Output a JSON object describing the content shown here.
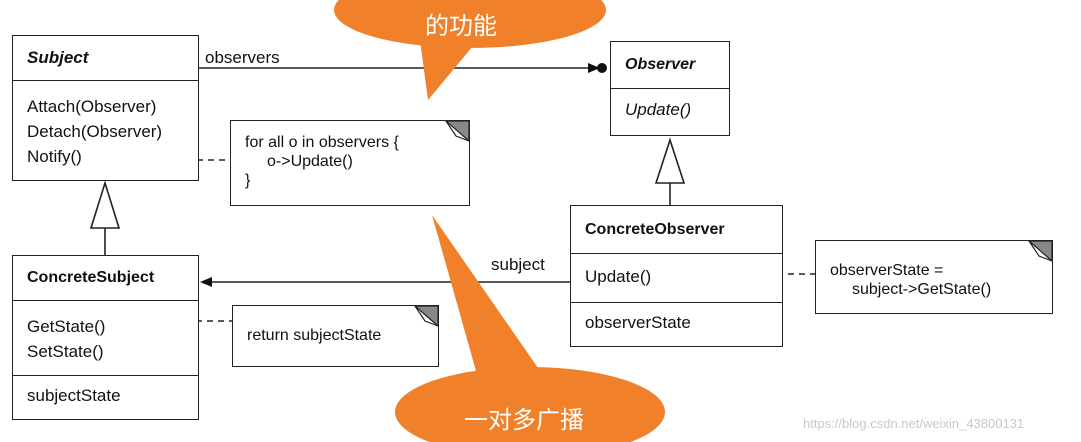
{
  "subject": {
    "title": "Subject",
    "methods": [
      "Attach(Observer)",
      "Detach(Observer)",
      "Notify()"
    ]
  },
  "observer": {
    "title": "Observer",
    "methods": [
      "Update()"
    ]
  },
  "concrete_subject": {
    "title": "ConcreteSubject",
    "methods": [
      "GetState()",
      "SetState()"
    ],
    "attributes": [
      "subjectState"
    ]
  },
  "concrete_observer": {
    "title": "ConcreteObserver",
    "methods": [
      "Update()"
    ],
    "attributes": [
      "observerState"
    ]
  },
  "labels": {
    "observers": "observers",
    "subject": "subject"
  },
  "notes": {
    "notify_line1": "for all o in observers {",
    "notify_line2": "o->Update()",
    "notify_line3": "}",
    "getstate": "return subjectState",
    "update_line1": "observerState =",
    "update_line2": "subject->GetState()"
  },
  "callouts": {
    "top": "的功能",
    "bottom": "一对多广播"
  },
  "watermark": "https://blog.csdn.net/weixin_43800131",
  "colors": {
    "callout": "#f0812a",
    "line": "#222222"
  }
}
